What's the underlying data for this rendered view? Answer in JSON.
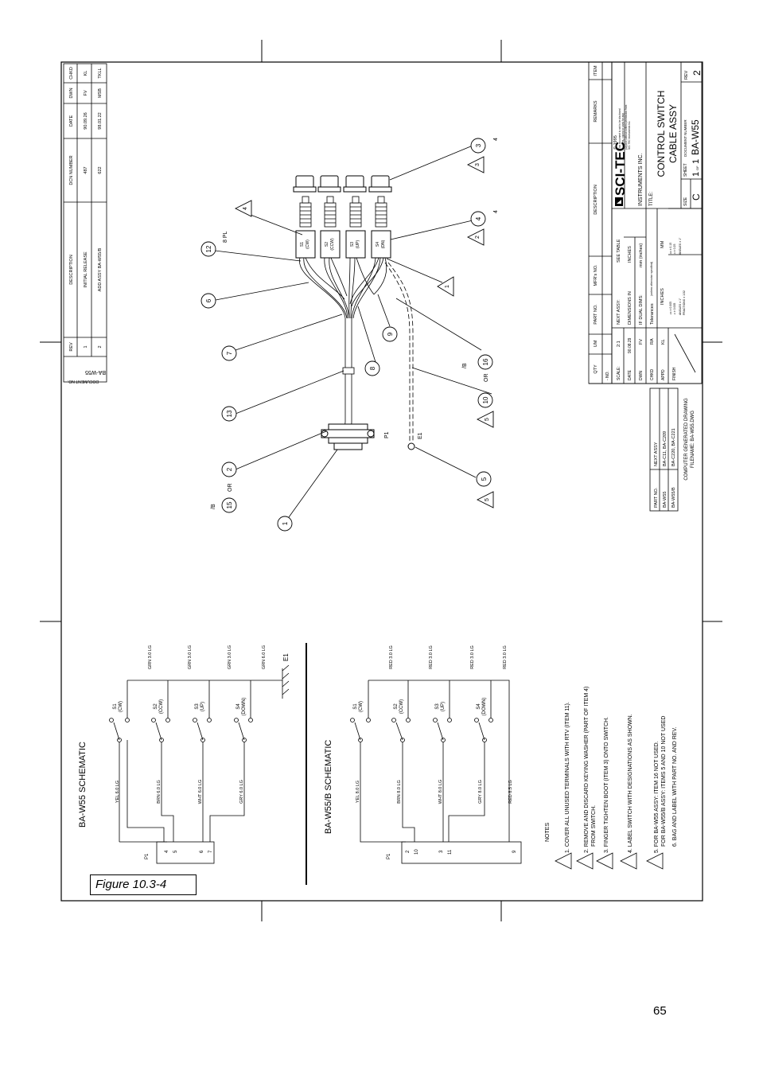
{
  "figure_label": "Figure 10.3-4",
  "page_number": "65",
  "revision_block": {
    "document_no_label": "DOCUMENT NO.",
    "document_no": "BA-W55",
    "headers": [
      "REV",
      "DESCRIPTION",
      "DCN NUMBER",
      "DATE",
      "DWN",
      "CHKD"
    ],
    "rows": [
      [
        "1",
        "INITIAL RELEASE",
        "487",
        "90.09.26",
        "FV",
        "KL"
      ],
      [
        "2",
        "ADD ASSY BA-W55/B",
        "622",
        "98.01.22",
        "MSB",
        "TKLL"
      ]
    ]
  },
  "schematic_1": {
    "title": "BA-W55 SCHEMATIC",
    "connector": "P1",
    "pins": [
      "4",
      "5",
      "6",
      "7"
    ],
    "switches": [
      {
        "name": "S1",
        "dir": "(CW)",
        "in_wire": "YEL 6.0 LG",
        "out_wire": "GRN 3.0 LG"
      },
      {
        "name": "S2",
        "dir": "(CCW)",
        "in_wire": "BRN 6.0 LG",
        "out_wire": "GRN 3.0 LG"
      },
      {
        "name": "S3",
        "dir": "(UP)",
        "in_wire": "WHT 6.0 LG",
        "out_wire": "GRN 3.0 LG"
      },
      {
        "name": "S4",
        "dir": "(DOWN)",
        "in_wire": "GRY 6.0 LG",
        "out_wire": "GRN 6.0 LG"
      }
    ],
    "ground": "E1"
  },
  "schematic_2": {
    "title": "BA-W55/B SCHEMATIC",
    "connector": "P1",
    "pins": [
      "2",
      "10",
      "3",
      "11",
      "9"
    ],
    "switches": [
      {
        "name": "S1",
        "dir": "(CW)",
        "in_wire": "YEL 8.0 LG",
        "out_wire": "RED 3.0 LG"
      },
      {
        "name": "S2",
        "dir": "(CCW)",
        "in_wire": "BRN 8.0 LG",
        "out_wire": "RED 3.0 LG"
      },
      {
        "name": "S3",
        "dir": "(UP)",
        "in_wire": "WHT 8.0 LG",
        "out_wire": "RED 3.0 LG"
      },
      {
        "name": "S4",
        "dir": "(DOWN)",
        "in_wire": "GRY 8.0 LG",
        "out_wire": "RED 3.0 LG"
      }
    ],
    "extra_wire": "RED 8.5 LG"
  },
  "notes": {
    "heading": "NOTES",
    "items": [
      "1. COVER ALL UNUSED TERMINALS WITH RTV (ITEM 11).",
      "2. REMOVE AND DISCARD KEYING WASHER (PART OF ITEM 4)",
      "FROM SWITCH.",
      "3. FINGER TIGHTEN BOOT (ITEM 3) ONTO SWITCH.",
      "4. LABEL SWITCH WITH DESIGNATIONS AS SHOWN.",
      "5. FOR BA-W55 ASSY: ITEM 16 NOT USED.",
      "FOR BA-W55/B ASSY: ITEMS 5 AND 10 NOT USED",
      "6. BAG AND LABEL WITH PART NO. AND REV."
    ]
  },
  "assembly": {
    "switch_labels": [
      {
        "name": "S1",
        "dir": "(CW)"
      },
      {
        "name": "S2",
        "dir": "(CCW)"
      },
      {
        "name": "S3",
        "dir": "(UP)"
      },
      {
        "name": "S4",
        "dir": "(DN)"
      }
    ],
    "balloons": [
      "1",
      "2",
      "15",
      "13",
      "7",
      "8",
      "9",
      "6",
      "12",
      "10",
      "16",
      "5",
      "5",
      "4",
      "3",
      "3",
      "2",
      "4",
      "1",
      "5"
    ],
    "pl_text": "8 PL",
    "or_text": "OR",
    "slash_b": "/B",
    "connector_label": "P1",
    "ground_label": "E1",
    "note_4a": "4",
    "note_4b": "4"
  },
  "part_table": {
    "headers": [
      "PART NO.",
      "NEXT ASSY"
    ],
    "rows": [
      [
        "BA-W55",
        "BA-C11, BA-C209"
      ],
      [
        "BA-W55/B",
        "BA-C220, BA-C221"
      ]
    ],
    "footer_1": "COMPUTER GENERATED DRAWING",
    "footer_2": "FILENAME: BA-W55.DWG"
  },
  "bom_headers": [
    "QTY",
    "UM",
    "PART NO.",
    "MFR's NO.",
    "DESCRIPTION",
    "REMARKS",
    "ITEM"
  ],
  "title_block": {
    "no_label": "- NO.",
    "scale_label": "SCALE:",
    "scale": "2:1",
    "next_assy_label": "NEXT ASSY:",
    "next_assy": "SEE TABLE",
    "date_label": "DATE",
    "date": "90.08.29",
    "dims_label": "DIMENSIONS IN",
    "dims": "INCHES",
    "dwn_label": "DWN",
    "dwn": "FV",
    "dual_label": "IF DUAL DIMS:",
    "dual": "mm (inches)",
    "chkd_label": "CHKD",
    "chkd": "RA",
    "tol_label": "Tolerances",
    "tol_note": "(unless otherwise specified)",
    "appd_label": "APPD",
    "appd": "KL",
    "inches_label": "INCHES",
    "mm_label": "MM",
    "finish_label": "FINISH",
    "tol_in": [
      ".xx ± 0.005",
      ".x ± 0.005",
      "ANGLES ± 1°",
      "FRACTIONS ± 1/32"
    ],
    "tol_mm": [
      ".xx ± 0.15",
      ".x ± 0.25",
      "ANGLES ± 1°"
    ],
    "copyright": "© 1995",
    "copy_text": [
      "This document is not to be disclosed",
      "to others, copied or used for any",
      "purpose without written permission from",
      "SCI-TEC Instruments Inc."
    ],
    "logo": "SCI-TEC",
    "company": "INSTRUMENTS INC.",
    "title_label": "TITLE:",
    "title_1": "CONTROL SWITCH",
    "title_2": "CABLE ASSY",
    "size_label": "SIZE",
    "size": "C",
    "sheet_label": "SHEET",
    "sheet_of": "OF",
    "sheet": "1",
    "sheet_total": "1",
    "docnum_label": "DOCUMENT NUMBER",
    "docnum": "BA-W55",
    "rev_label": "REV",
    "rev": "2"
  }
}
